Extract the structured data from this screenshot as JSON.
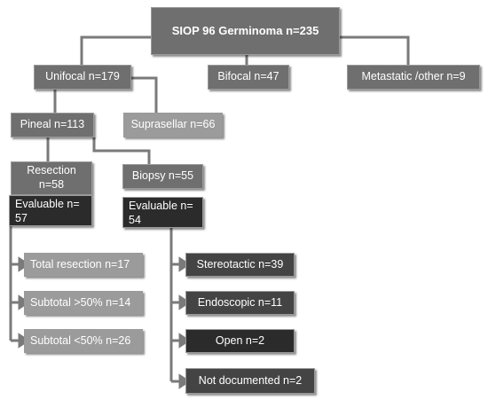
{
  "nodes": {
    "root": "SIOP 96 Germinoma n=235",
    "unifocal": "Unifocal n=179",
    "bifocal": "Bifocal n=47",
    "metastatic": "Metastatic /other n=9",
    "pineal": "Pineal n=113",
    "suprasellar": "Suprasellar n=66",
    "resection": "Resection n=58",
    "biopsy": "Biopsy n=55",
    "evaluable_resection": "Evaluable n= 57",
    "evaluable_biopsy": "Evaluable n= 54",
    "total_resection": "Total resection n=17",
    "subtotal_gt50": "Subtotal >50% n=14",
    "subtotal_lt50": "Subtotal <50% n=26",
    "stereotactic": "Stereotactic n=39",
    "endoscopic": "Endoscopic n=11",
    "open": "Open n=2",
    "not_documented": "Not documented n=2"
  }
}
